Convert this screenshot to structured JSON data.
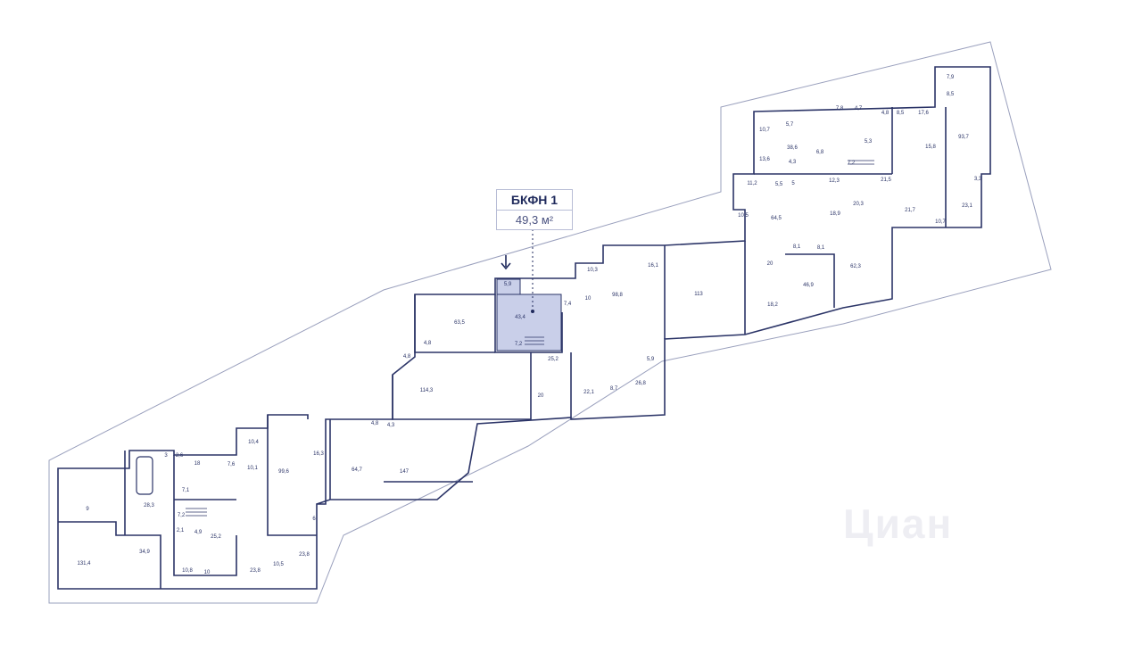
{
  "unit": {
    "name": "БКФН 1",
    "area": "49,3 м²",
    "highlight_color": "#c9cfe9",
    "room_highlight_area": "43,4",
    "room_highlight_small": "5,9"
  },
  "colors": {
    "wall": "#2b3467",
    "outline": "#8c93b3",
    "accent": "#1f2a5c"
  },
  "watermark": "Циан",
  "room_labels": [
    "7,9",
    "8,5",
    "10,7",
    "5,7",
    "4,8",
    "8,5",
    "17,6",
    "7,8",
    "4,7",
    "93,7",
    "13,6",
    "38,6",
    "6,8",
    "4,3",
    "5,3",
    "15,8",
    "11,2",
    "5,5",
    "5",
    "12,3",
    "7,2",
    "21,5",
    "3,3",
    "10,5",
    "64,5",
    "18,9",
    "20,3",
    "21,7",
    "10,7",
    "23,1",
    "16,1",
    "10,3",
    "10",
    "98,8",
    "113",
    "8,1",
    "8,1",
    "20",
    "62,3",
    "46,9",
    "18,2",
    "63,5",
    "4,8",
    "7,4",
    "4,8",
    "7,2",
    "25,2",
    "5,9",
    "114,3",
    "20",
    "22,1",
    "8,7",
    "26,8",
    "4,8",
    "4,3",
    "10,4",
    "3",
    "2,6",
    "18",
    "16,3",
    "10,1",
    "7,6",
    "99,6",
    "64,7",
    "147",
    "7,1",
    "28,3",
    "9",
    "7,2",
    "2,1",
    "4,9",
    "25,2",
    "131,4",
    "34,9",
    "6",
    "10,8",
    "10",
    "23,8",
    "10,5",
    "23,8"
  ]
}
